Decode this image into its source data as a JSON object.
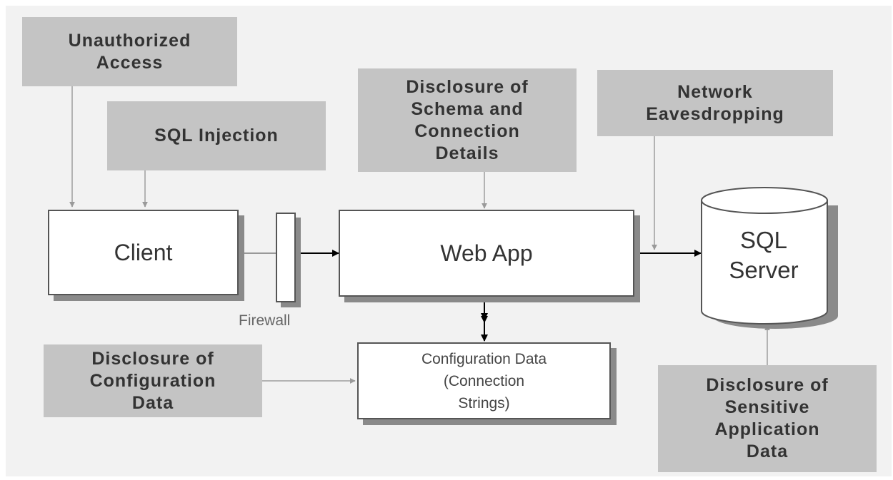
{
  "threats": {
    "unauthorized_access": [
      "Unauthorized",
      "Access"
    ],
    "sql_injection": [
      "SQL Injection"
    ],
    "schema_disclosure": [
      "Disclosure of",
      "Schema and",
      "Connection",
      "Details"
    ],
    "network_eavesdropping": [
      "Network",
      "Eavesdropping"
    ],
    "config_disclosure": [
      "Disclosure of",
      "Configuration",
      "Data"
    ],
    "sensitive_data_disclosure": [
      "Disclosure of",
      "Sensitive",
      "Application",
      "Data"
    ]
  },
  "components": {
    "client": "Client",
    "firewall": "Firewall",
    "web_app": "Web App",
    "sql_server": [
      "SQL",
      "Server"
    ],
    "configuration_data": [
      "Configuration Data",
      "(Connection",
      "Strings)"
    ]
  },
  "colors": {
    "threat_fill": "#c4c4c4",
    "component_fill": "#ffffff",
    "shadow": "#8a8a8a",
    "threat_arrow": "#999999",
    "flow_arrow": "#000000"
  }
}
